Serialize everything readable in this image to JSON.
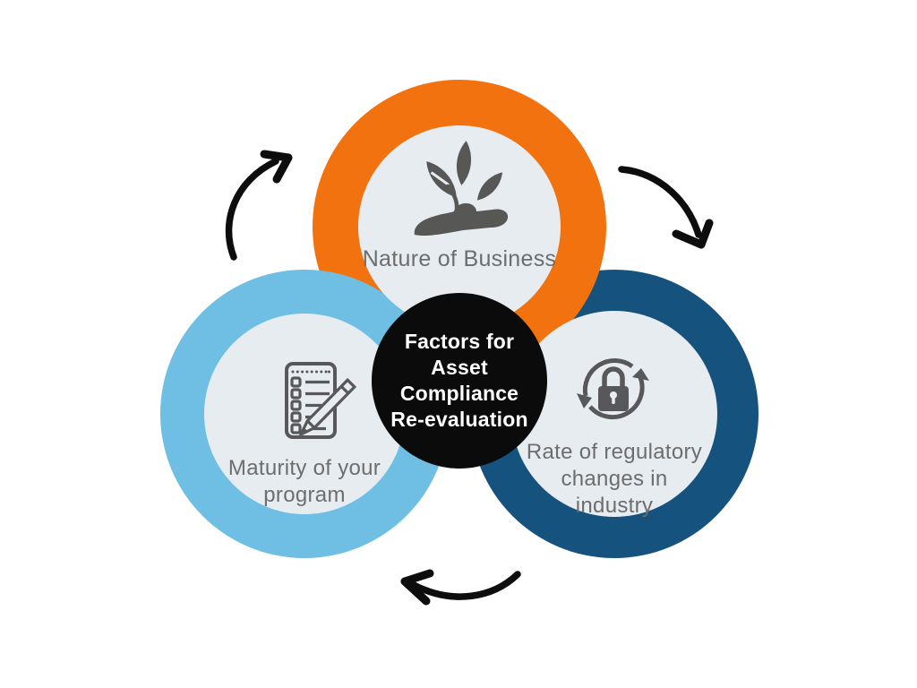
{
  "figure": {
    "title": "Factors for Asset Compliance Re-evaluation"
  },
  "center": {
    "lines": [
      "Factors for",
      "Asset",
      "Compliance",
      "Re-evaluation"
    ],
    "bg_color": "#0b0b0b",
    "text_color": "#ffffff"
  },
  "nodes": [
    {
      "id": "nature-of-business",
      "label_lines": [
        "Nature of Business"
      ],
      "ring_color": "#F1720E",
      "icon": "hand-with-plant-icon"
    },
    {
      "id": "maturity-of-program",
      "label_lines": [
        "Maturity of your",
        "program"
      ],
      "ring_color": "#6FBEE3",
      "icon": "checklist-pencil-icon"
    },
    {
      "id": "regulatory-change-rate",
      "label_lines": [
        "Rate of regulatory",
        "changes in",
        "industry"
      ],
      "ring_color": "#15527E",
      "icon": "lock-refresh-icon"
    }
  ],
  "styles": {
    "inner_circle_color": "#E7ECF1",
    "label_color": "#6D6D6D",
    "icon_color": "#575756",
    "icon_stroke_color": "#58585A",
    "arrow_color": "#0D0D0D",
    "background": "#FFFFFF"
  },
  "arrows": [
    {
      "id": "arrow-up-left",
      "direction": "clockwise"
    },
    {
      "id": "arrow-down-right",
      "direction": "clockwise"
    },
    {
      "id": "arrow-bottom-left",
      "direction": "clockwise"
    }
  ]
}
